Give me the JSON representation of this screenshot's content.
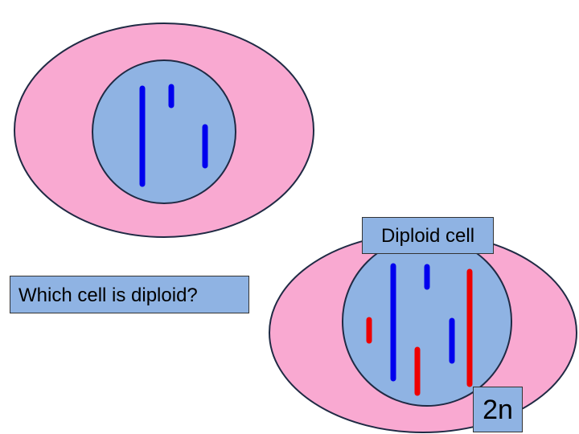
{
  "labels": {
    "diploid_cell": "Diploid cell",
    "question": "Which cell is diploid?",
    "ploidy": "2n"
  },
  "colors": {
    "cytoplasm": "#f9a9d1",
    "cell_outline": "#1f2a44",
    "nucleus": "#8fb3e3",
    "nucleus_outline": "#1f2a44",
    "chromosome_blue": "#0000ee",
    "chromosome_red": "#ee0000",
    "label_fill": "#8fb3e3"
  },
  "cells": [
    {
      "name": "cell-top-left",
      "chromosome_count": 3,
      "chromosome_colors": [
        "blue",
        "blue",
        "blue"
      ]
    },
    {
      "name": "cell-bottom-right",
      "chromosome_count": 6,
      "chromosome_colors": [
        "blue",
        "blue",
        "blue",
        "red",
        "red",
        "red"
      ]
    }
  ]
}
